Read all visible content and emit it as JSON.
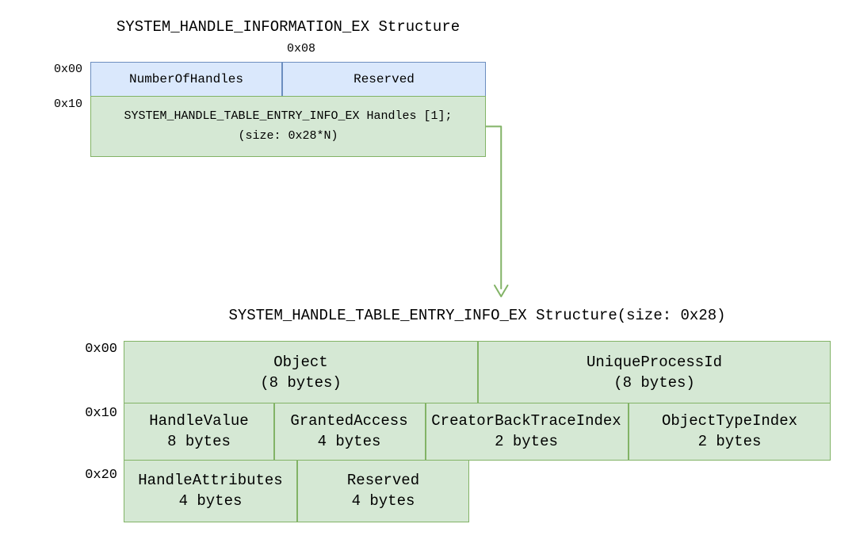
{
  "top": {
    "title": "SYSTEM_HANDLE_INFORMATION_EX Structure",
    "column_offset_label": "0x08",
    "row_offset_labels": [
      "0x00",
      "0x10"
    ],
    "header_row": {
      "cells": [
        "NumberOfHandles",
        "Reserved"
      ]
    },
    "handles_row": {
      "declaration": "SYSTEM_HANDLE_TABLE_ENTRY_INFO_EX Handles [1];",
      "size_note": "(size: 0x28*N)"
    }
  },
  "bottom": {
    "title": "SYSTEM_HANDLE_TABLE_ENTRY_INFO_EX Structure(size: 0x28)",
    "row_offset_labels": [
      "0x00",
      "0x10",
      "0x20"
    ],
    "rows": [
      {
        "cells": [
          {
            "name": "Object",
            "size": "(8 bytes)"
          },
          {
            "name": "UniqueProcessId",
            "size": "(8 bytes)"
          }
        ]
      },
      {
        "cells": [
          {
            "name": "HandleValue",
            "size": "8 bytes"
          },
          {
            "name": "GrantedAccess",
            "size": "4 bytes"
          },
          {
            "name": "CreatorBackTraceIndex",
            "size": "2 bytes"
          },
          {
            "name": "ObjectTypeIndex",
            "size": "2 bytes"
          }
        ]
      },
      {
        "cells": [
          {
            "name": "HandleAttributes",
            "size": "4 bytes"
          },
          {
            "name": "Reserved",
            "size": "4 bytes"
          }
        ]
      }
    ]
  },
  "colors": {
    "blue_fill": "#dae8fc",
    "blue_border": "#6c8ebf",
    "green_fill": "#d5e8d4",
    "green_border": "#82b366",
    "text": "#000000",
    "background": "#ffffff"
  }
}
